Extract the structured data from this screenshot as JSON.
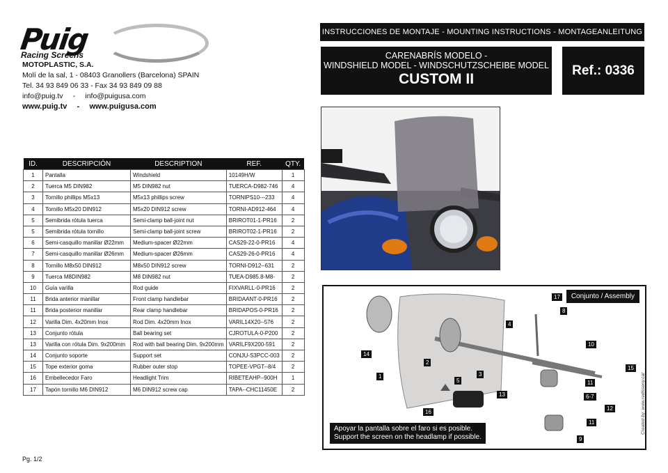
{
  "brand": {
    "logo_text": "Puig",
    "logo_sub": "Racing Screens"
  },
  "company": {
    "name": "MOTOPLASTIC, S.A.",
    "address": "Molí de la sal, 1 - 08403 Granollers (Barcelona) SPAIN",
    "phone": "Tel. 34 93 849 06 33 - Fax 34 93 849 09 88",
    "email1": "info@puig.tv",
    "sep": "-",
    "email2": "info@puigusa.com",
    "web1": "www.puig.tv",
    "web2": "www.puigusa.com"
  },
  "header": {
    "instructions": "INSTRUCCIONES DE MONTAJE - MOUNTING INSTRUCTIONS - MONTAGEANLEITUNG",
    "model_line1": "CARENABRÍS MODELO -",
    "model_line2": "WINDSHIELD MODEL - WINDSCHUTZSCHEIBE MODEL",
    "model_name": "CUSTOM II",
    "ref": "Ref.: 0336"
  },
  "table": {
    "headers": [
      "ID.",
      "DESCRIPCIÓN",
      "DESCRIPTION",
      "REF.",
      "QTY."
    ],
    "rows": [
      [
        "1",
        "Pantalla",
        "Windshield",
        "10149H/W",
        "1"
      ],
      [
        "2",
        "Tuerca M5 DIN982",
        "M5 DIN982 nut",
        "TUERCA-D982-746",
        "4"
      ],
      [
        "3",
        "Tornillo phillips M5x13",
        "M5x13 phillips screw",
        "TORNIPS10---233",
        "4"
      ],
      [
        "4",
        "Tornillo M5x20 DIN912",
        "M5x20 DIN912 screw",
        "TORNI-AD912-464",
        "4"
      ],
      [
        "5",
        "Semibrida rótula tuerca",
        "Semi-clamp ball-joint nut",
        "BRIROT01-1-PR16",
        "2"
      ],
      [
        "5",
        "Semibrida rótula tornillo",
        "Semi-clamp ball-joint screw",
        "BRIROT02-1-PR16",
        "2"
      ],
      [
        "6",
        "Semi-casquillo manillar Ø22mm",
        "Medium-spacer Ø22mm",
        "CAS29-22-0-PR16",
        "4"
      ],
      [
        "7",
        "Semi-casquillo manillar Ø26mm",
        "Medium-spacer Ø26mm",
        "CAS29-26-0-PR16",
        "4"
      ],
      [
        "8",
        "Tornillo M8x50 DIN912",
        "M8x50 DIN912 screw",
        "TORNI-D912--631",
        "2"
      ],
      [
        "9",
        "Tuerca M8DIN982",
        "M8 DIN982 nut",
        "TUEA-D985.8-M8-",
        "2"
      ],
      [
        "10",
        "Guía varilla",
        "Rod guide",
        "FIXVARLL-0-PR16",
        "2"
      ],
      [
        "11",
        "Brida anterior manillar",
        "Front clamp handlebar",
        "BRIDAANT-0-PR16",
        "2"
      ],
      [
        "11",
        "Brida posterior manillar",
        "Rear clamp handlebar",
        "BRIDAPOS-0-PR16",
        "2"
      ],
      [
        "12",
        "Varilla Dim. 4x20mm Inox",
        "Rod Dim. 4x20mm Inox",
        "VARIL14X20--576",
        "2"
      ],
      [
        "13",
        "Conjunto rótula",
        "Ball bearing set",
        "CJROTULA-0-P200",
        "2"
      ],
      [
        "13",
        "Varilla con rótula Dim. 9x200mm",
        "Rod with ball bearing Dim. 9x200mm",
        "VARILF9X200-591",
        "2"
      ],
      [
        "14",
        "Conjunto soporte",
        "Support set",
        "CONJU-S3PCC-003",
        "2"
      ],
      [
        "15",
        "Tope exterior goma",
        "Rubber outer stop",
        "TOPEE-VPGT--8/4",
        "2"
      ],
      [
        "16",
        "Embellecedor Faro",
        "Headlight Trim",
        "RIBETEAHP--900H",
        "1"
      ],
      [
        "17",
        "Tapón tornillo M6 DIN912",
        "M6 DIN912 screw cap",
        "TAPA--CHC11450E",
        "2"
      ]
    ]
  },
  "assembly": {
    "label": "Conjunto / Assembly",
    "note_es": "Apoyar la pantalla sobre el faro si es posible.",
    "note_en": "Support the screen on the headlamp if possible.",
    "credit": "Created by: www.redisseny.cat",
    "callouts": [
      "17",
      "8",
      "4",
      "10",
      "14",
      "2",
      "3",
      "1",
      "5",
      "15",
      "11",
      "13",
      "6-7",
      "12",
      "16",
      "11",
      "9"
    ]
  },
  "footer": {
    "page": "Pg. 1/2"
  },
  "colors": {
    "ink": "#111111",
    "screen_tint": "#7b7880",
    "photo_bg": "#5f6068"
  }
}
